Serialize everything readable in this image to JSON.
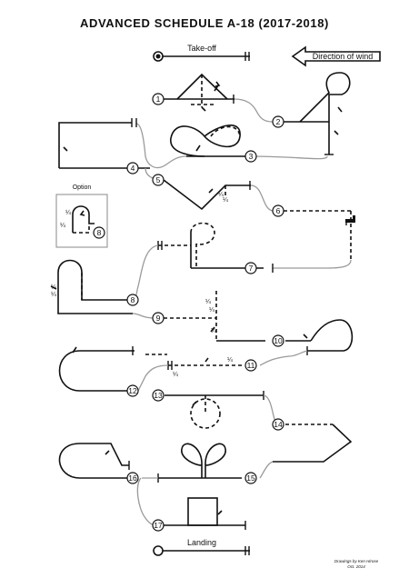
{
  "title": "ADVANCED  SCHEDULE  A-18   (2017-2018)",
  "labels": {
    "takeoff": "Take-off",
    "landing": "Landing",
    "wind": "Direction of wind",
    "option": "Option",
    "credit_line1": "Drawings by Ken Hirose",
    "credit_line2": "Oct. 2014"
  },
  "fractions": {
    "quarter": "¼"
  },
  "maneuver_numbers": [
    "1",
    "2",
    "3",
    "4",
    "5",
    "6",
    "7",
    "8",
    "8",
    "9",
    "10",
    "11",
    "12",
    "13",
    "14",
    "15",
    "16",
    "17"
  ]
}
